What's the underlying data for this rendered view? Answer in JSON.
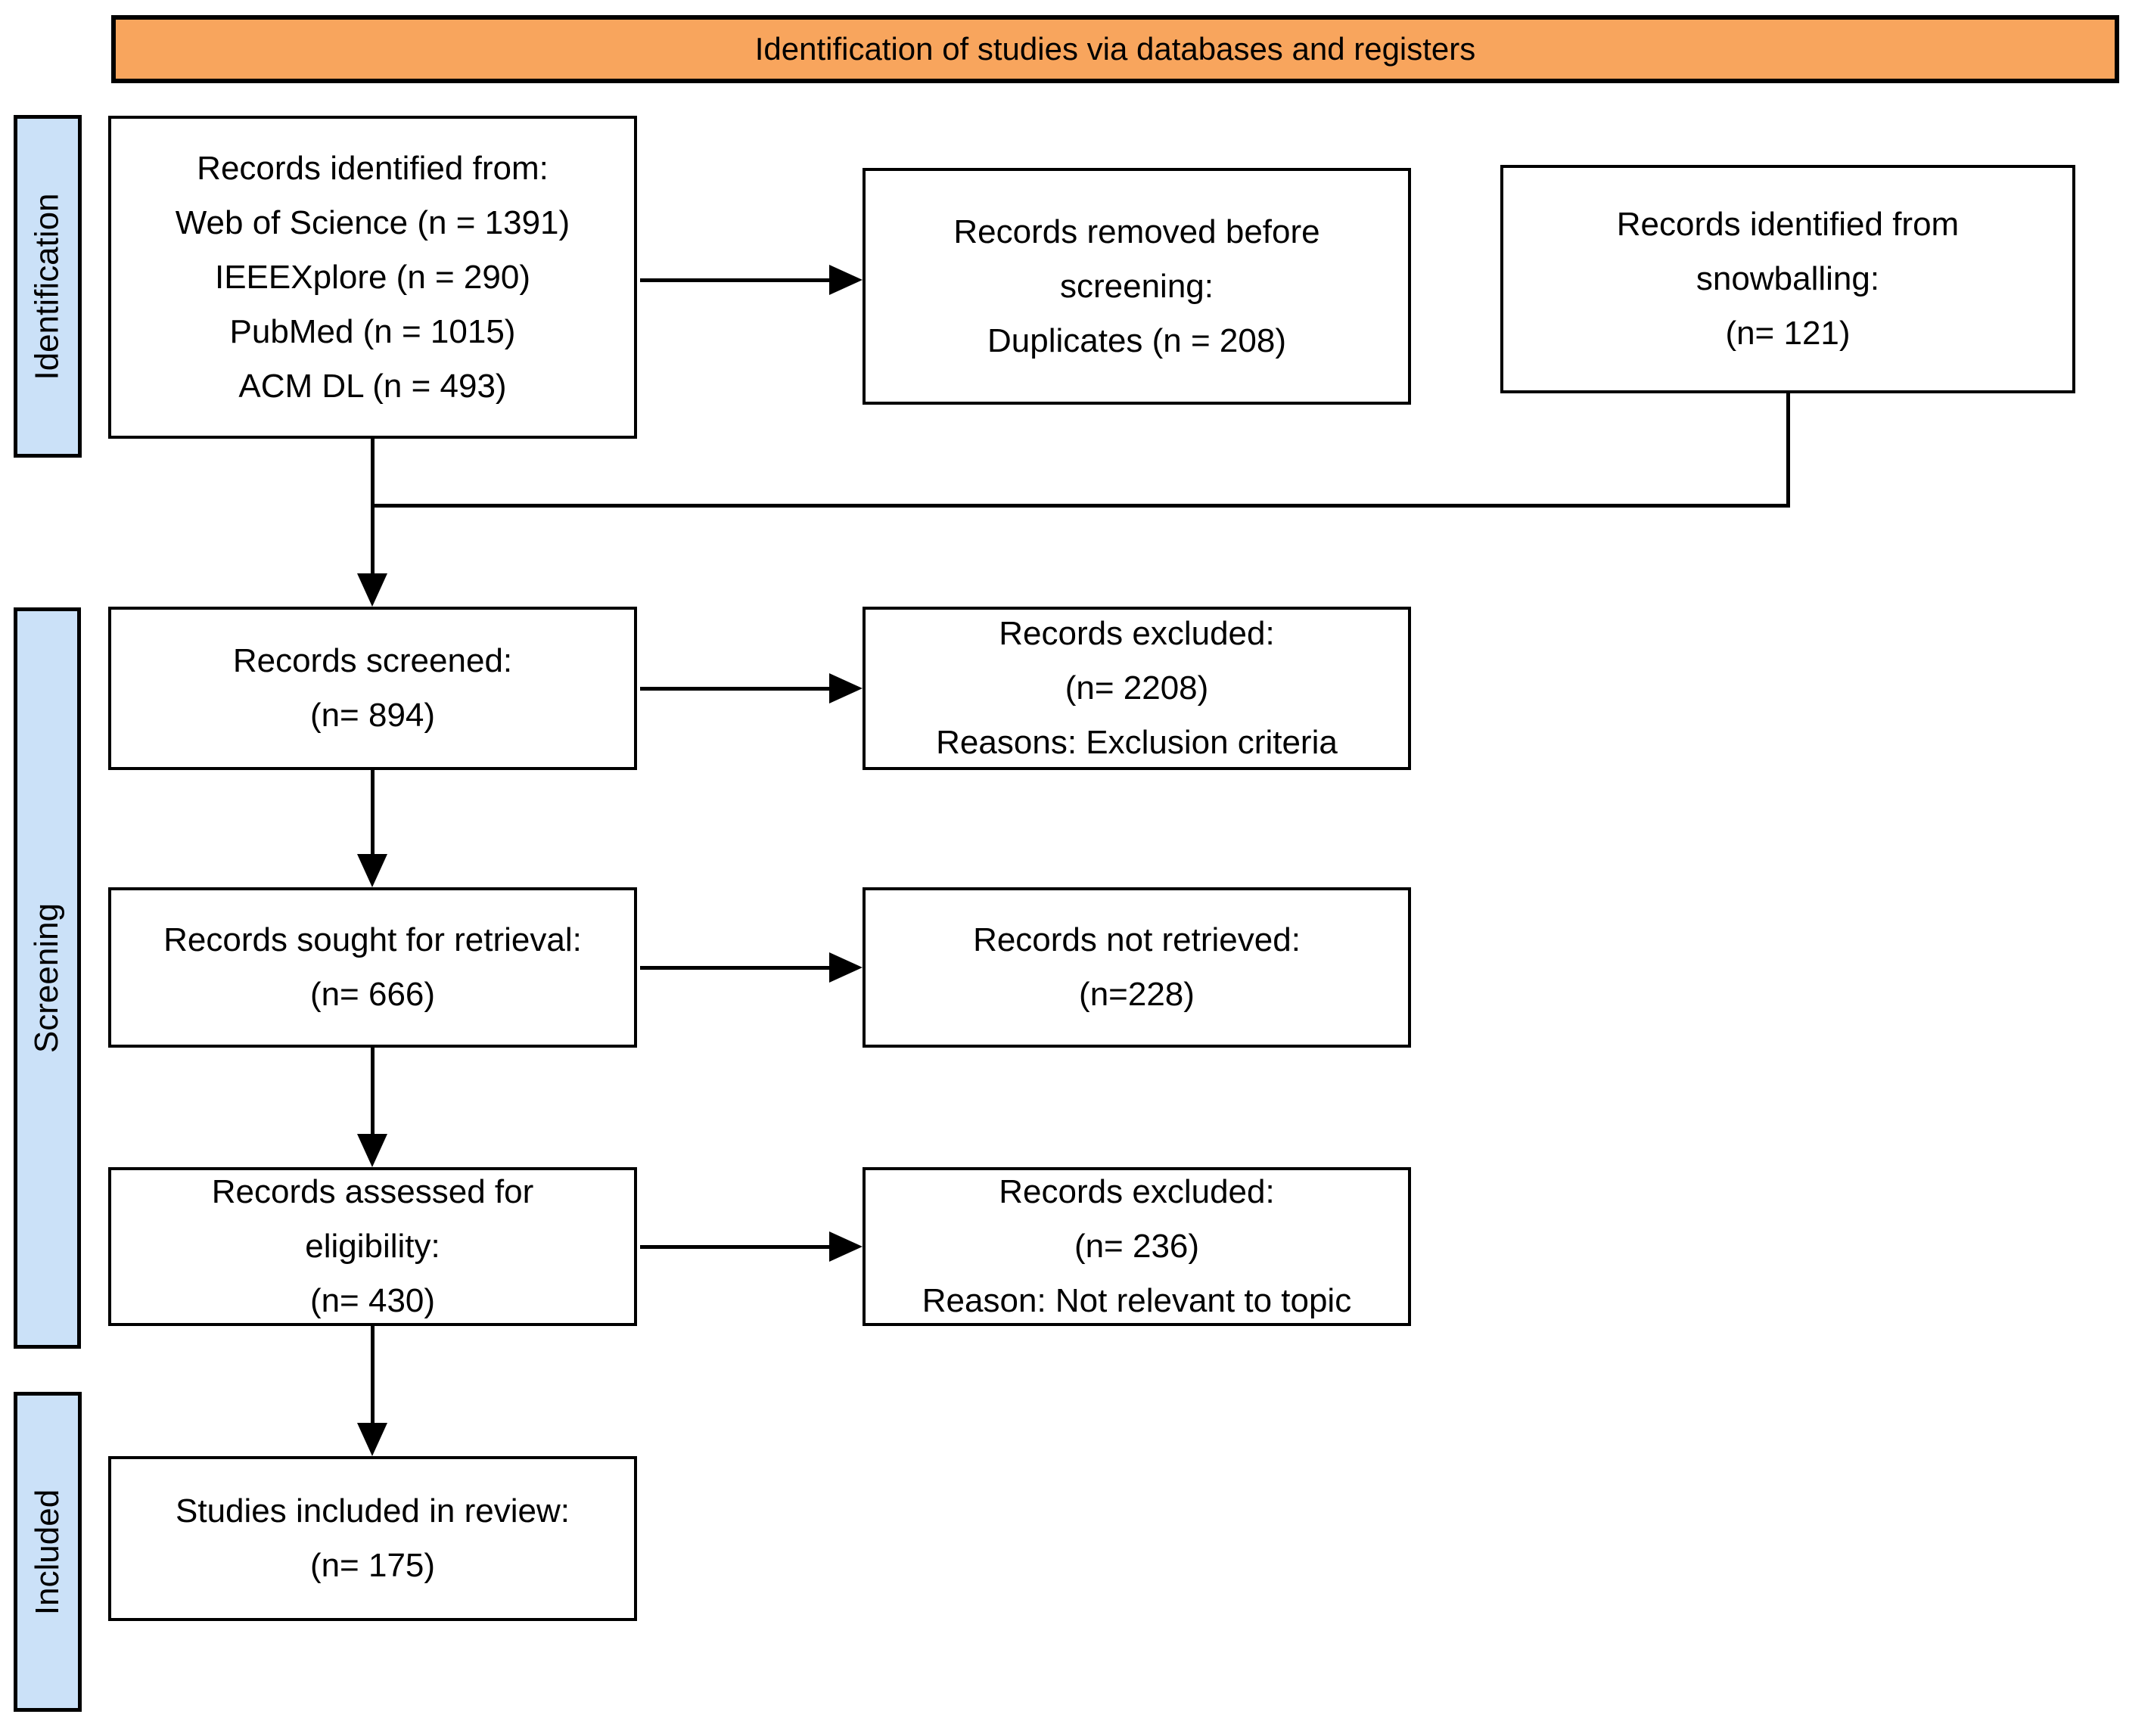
{
  "colors": {
    "header_bg": "#F8A55D",
    "stage_bg": "#CBE1F8",
    "line": "#000000",
    "box_bg": "#FFFFFF"
  },
  "header": {
    "title": "Identification of studies via databases and registers"
  },
  "stages": [
    {
      "label": "Identification"
    },
    {
      "label": "Screening"
    },
    {
      "label": "Included"
    }
  ],
  "boxes": {
    "identified": {
      "lines": [
        "Records identified from:",
        "Web of Science (n = 1391)",
        "IEEEXplore (n = 290)",
        "PubMed (n = 1015)",
        "ACM DL (n = 493)"
      ]
    },
    "removed": {
      "lines": [
        "Records removed before",
        "screening:",
        "Duplicates (n = 208)"
      ]
    },
    "snowballing": {
      "lines": [
        "Records identified from",
        "snowballing:",
        "(n= 121)"
      ]
    },
    "screened": {
      "lines": [
        "Records screened:",
        "(n= 894)"
      ]
    },
    "excluded_screening": {
      "lines": [
        "Records excluded:",
        "(n= 2208)",
        "Reasons: Exclusion criteria"
      ]
    },
    "sought": {
      "lines": [
        "Records sought for retrieval:",
        "(n= 666)"
      ]
    },
    "not_retrieved": {
      "lines": [
        "Records not retrieved:",
        "(n=228)"
      ]
    },
    "assessed": {
      "lines": [
        "Records assessed for",
        "eligibility:",
        "(n= 430)"
      ]
    },
    "excluded_eligibility": {
      "lines": [
        "Records excluded:",
        "(n= 236)",
        "Reason: Not relevant to topic"
      ]
    },
    "included_review": {
      "lines": [
        "Studies included in review:",
        "(n= 175)"
      ]
    }
  }
}
